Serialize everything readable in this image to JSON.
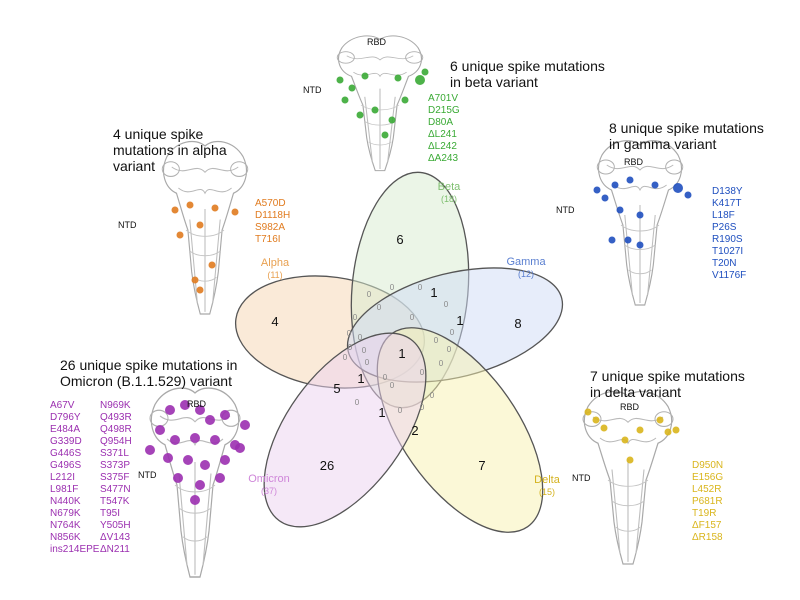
{
  "colors": {
    "alpha": "#e07b1f",
    "beta": "#3aaa35",
    "gamma": "#1f4fbf",
    "delta": "#d9b51c",
    "omicron": "#9b2fb0",
    "alpha_fill": "#f6d9b8",
    "beta_fill": "#d8ecd0",
    "gamma_fill": "#cfdcf5",
    "delta_fill": "#f8f2b0",
    "omicron_fill": "#ecd2f0",
    "protein": "#b5b5b5"
  },
  "panels": {
    "alpha": {
      "title_lines": [
        "4 unique spike",
        "mutations in alpha",
        "variant"
      ],
      "mutations": [
        "A570D",
        "D1118H",
        "S982A",
        "T716I"
      ],
      "ntd": "NTD"
    },
    "beta": {
      "title_lines": [
        "6 unique spike mutations",
        "in beta variant"
      ],
      "mutations": [
        "A701V",
        "D215G",
        "D80A",
        "ΔL241",
        "ΔL242",
        "ΔA243"
      ],
      "ntd": "NTD",
      "rbd": "RBD"
    },
    "gamma": {
      "title_lines": [
        "8 unique spike mutations",
        "in gamma variant"
      ],
      "mutations": [
        "D138Y",
        "K417T",
        "L18F",
        "P26S",
        "R190S",
        "T1027I",
        "T20N",
        "V1176F"
      ],
      "ntd": "NTD",
      "rbd": "RBD"
    },
    "omicron": {
      "title_lines": [
        "26 unique spike mutations in",
        "Omicron (B.1.1.529) variant"
      ],
      "mutations_col1": [
        "A67V",
        "D796Y",
        "E484A",
        "G339D",
        "G446S",
        "G496S",
        "L212I",
        "L981F",
        "N440K",
        "N679K",
        "N764K",
        "N856K",
        "ins214EPE"
      ],
      "mutations_col2": [
        "N969K",
        "Q493R",
        "Q498R",
        "Q954H",
        "S371L",
        "S373P",
        "S375F",
        "S477N",
        "T547K",
        "T95I",
        "Y505H",
        "ΔV143",
        "ΔN211"
      ],
      "ntd": "NTD",
      "rbd": "RBD"
    },
    "delta": {
      "title_lines": [
        "7 unique spike mutations",
        "in delta variant"
      ],
      "mutations": [
        "D950N",
        "E156G",
        "L452R",
        "P681R",
        "T19R",
        "ΔF157",
        "ΔR158"
      ],
      "ntd": "NTD",
      "rbd": "RBD"
    }
  },
  "venn": {
    "sets": [
      {
        "key": "alpha",
        "name": "Alpha",
        "count": "(11)"
      },
      {
        "key": "beta",
        "name": "Beta",
        "count": "(18)"
      },
      {
        "key": "gamma",
        "name": "Gamma",
        "count": "(12)"
      },
      {
        "key": "delta",
        "name": "Delta",
        "count": "(15)"
      },
      {
        "key": "omicron",
        "name": "Omicron",
        "count": "(37)"
      }
    ],
    "region_numbers": {
      "alpha_only": "4",
      "beta_only": "6",
      "gamma_only": "8",
      "delta_only": "7",
      "omicron_only": "26",
      "center": "1",
      "beta_gamma": "1",
      "gamma_alpha": "1",
      "alpha_omicron": "5",
      "alpha_omicron_inner": "1",
      "omicron_delta_inner": "1",
      "delta_beta": "2"
    },
    "zero": "0"
  }
}
